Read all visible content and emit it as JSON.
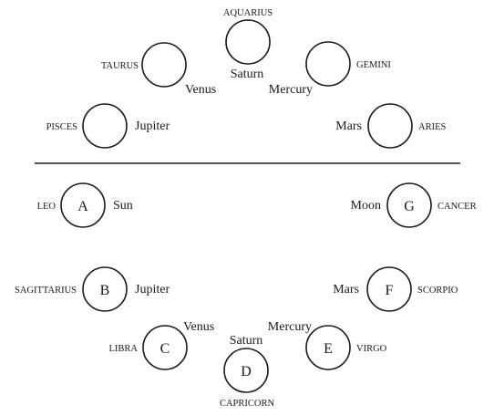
{
  "top": {
    "signs": {
      "aquarius": "AQUARIUS",
      "taurus": "TAURUS",
      "gemini": "GEMINI",
      "pisces": "PISCES",
      "aries": "ARIES"
    },
    "planets": {
      "saturn": "Saturn",
      "venus": "Venus",
      "mercury": "Mercury",
      "jupiter": "Jupiter",
      "mars": "Mars"
    }
  },
  "bottom": {
    "signs": {
      "leo": "LEO",
      "cancer": "CANCER",
      "sagittarius": "SAGITTARIUS",
      "scorpio": "SCORPIO",
      "libra": "LIBRA",
      "virgo": "VIRGO",
      "capricorn": "CAPRICORN"
    },
    "planets": {
      "sun": "Sun",
      "moon": "Moon",
      "jupiter": "Jupiter",
      "mars": "Mars",
      "venus": "Venus",
      "mercury": "Mercury",
      "saturn": "Saturn"
    },
    "letters": {
      "a": "A",
      "b": "B",
      "c": "C",
      "d": "D",
      "e": "E",
      "f": "F",
      "g": "G"
    }
  }
}
